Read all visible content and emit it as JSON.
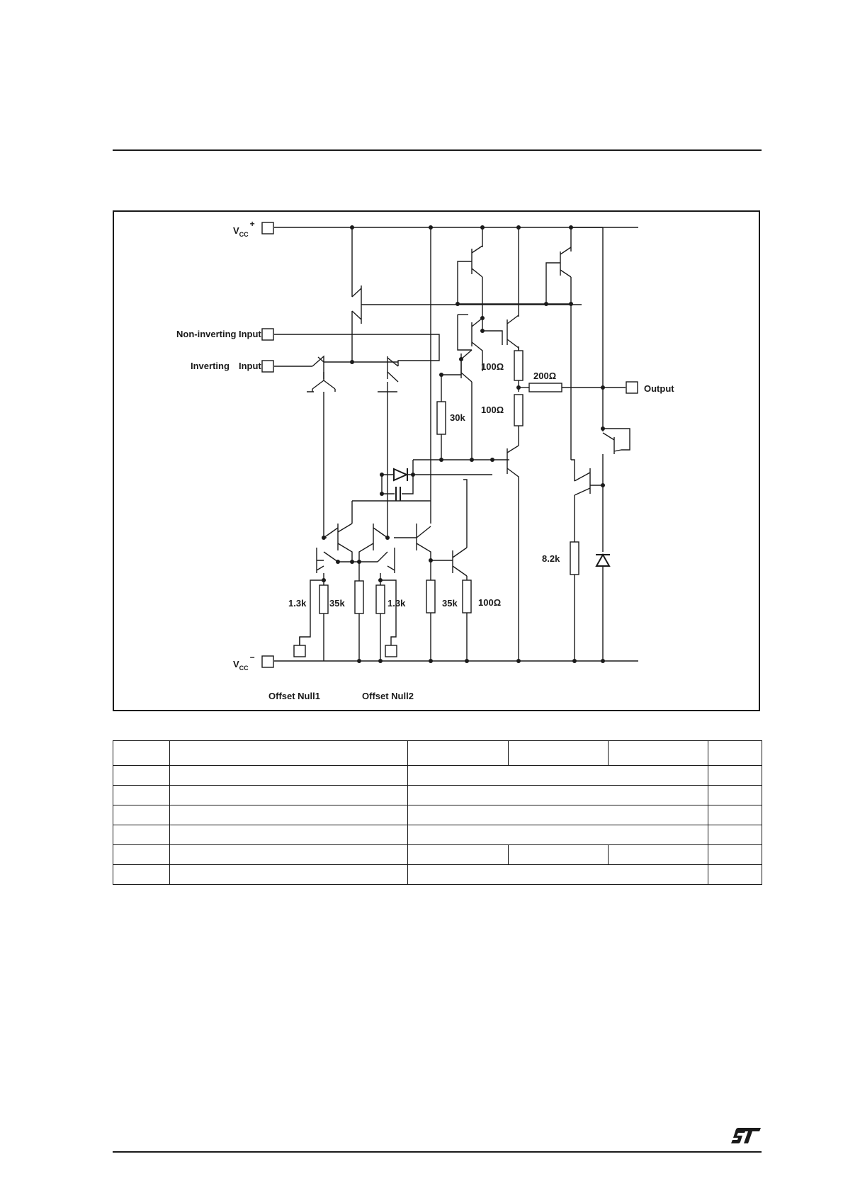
{
  "schematic": {
    "labels": {
      "vcc_pos": "V",
      "vcc_pos_sub": "CC",
      "vcc_pos_sup": "+",
      "vcc_neg": "V",
      "vcc_neg_sub": "CC",
      "vcc_neg_sup": "−",
      "non_inverting": "Non-inverting",
      "non_inverting_input": "Input",
      "inverting": "Inverting",
      "inverting_input": "Input",
      "output": "Output",
      "offset_null_1": "Offset Null1",
      "offset_null_2": "Offset Null2"
    },
    "components": {
      "r_100_upper": "100Ω",
      "r_100_lower": "100Ω",
      "r_200": "200Ω",
      "r_30k": "30k",
      "r_8_2k": "8.2k",
      "r_1_3k_left": "1.3k",
      "r_35k_left": "35k",
      "r_1_3k_right": "1.3k",
      "r_35k_mid": "35k",
      "r_100_bottom": "100Ω"
    }
  },
  "table": {
    "rows": [
      [
        "",
        "",
        "",
        "",
        "",
        ""
      ],
      [
        "",
        "",
        "",
        ""
      ],
      [
        "",
        "",
        "",
        ""
      ],
      [
        "",
        "",
        "",
        ""
      ],
      [
        "",
        "",
        "",
        ""
      ],
      [
        "",
        "",
        "",
        "",
        "",
        ""
      ],
      [
        "",
        "",
        "",
        ""
      ]
    ]
  },
  "logo": {
    "brand": "ST"
  }
}
